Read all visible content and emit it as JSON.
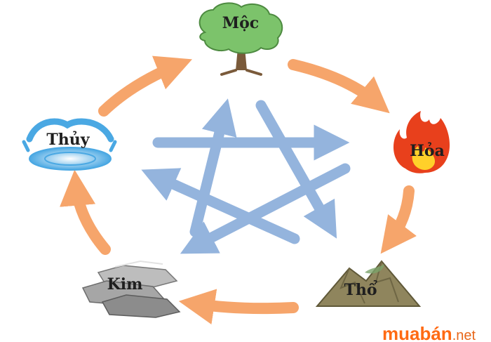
{
  "elements": {
    "moc": {
      "label": "Mộc",
      "icon": "tree-icon"
    },
    "hoa": {
      "label": "Hỏa",
      "icon": "fire-icon"
    },
    "tho": {
      "label": "Thổ",
      "icon": "mountain-icon"
    },
    "kim": {
      "label": "Kim",
      "icon": "metal-ingots-icon"
    },
    "thuy": {
      "label": "Thủy",
      "icon": "water-splash-icon"
    }
  },
  "watermark": {
    "main": "muabán",
    "suffix": ".net",
    "main_color": "#ff6a13",
    "suffix_color": "#e8671a"
  },
  "colors": {
    "generating_cycle": "#f6a56b",
    "controlling_star": "#8fb0dc",
    "tree_canopy": "#7cc36b",
    "tree_trunk": "#7a5a3a",
    "fire_outer": "#e8401c",
    "fire_inner": "#ffd02a",
    "mountain": "#8f855d",
    "metal": "#9a9a9a",
    "water": "#4aa8e3"
  }
}
